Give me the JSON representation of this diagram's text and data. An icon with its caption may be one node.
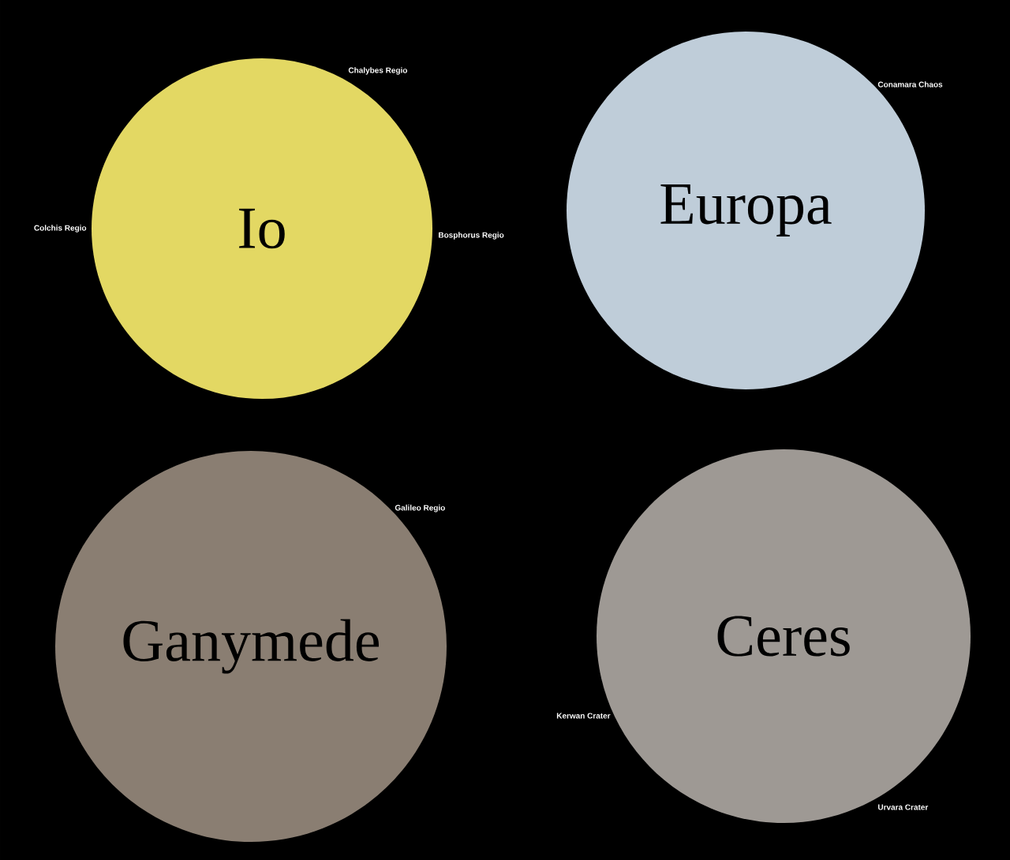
{
  "diagram": {
    "nodes": [
      {
        "text": [
          "Io"
        ],
        "beside": [
          "Chalybes Regio",
          "Colchis Regio",
          "Bosphorus Regio"
        ]
      },
      {
        "text": [
          "Europa"
        ],
        "beside": [
          "Conamara Chaos"
        ]
      },
      {
        "text": [
          "Ganymede"
        ],
        "beside": [
          "Galileo Regio"
        ]
      },
      {
        "text": [
          "Ceres"
        ],
        "beside": [
          "Kerwan Crater",
          "Urvara Crater"
        ]
      }
    ]
  }
}
